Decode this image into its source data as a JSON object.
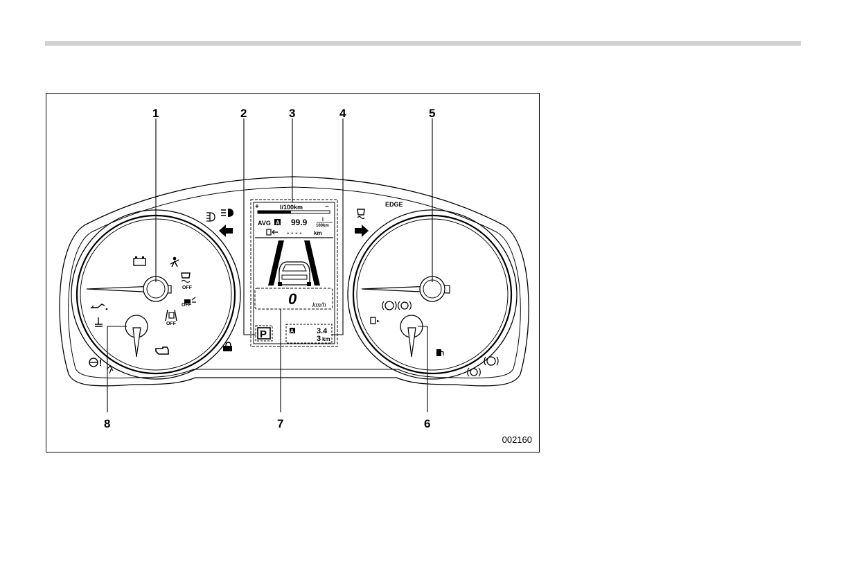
{
  "figure": {
    "id": "002160",
    "callouts": [
      "1",
      "2",
      "3",
      "4",
      "5",
      "6",
      "7",
      "8"
    ]
  },
  "display": {
    "gauge_unit": "l/100km",
    "gauge_plus": "+",
    "gauge_minus": "−",
    "avg_label": "AVG",
    "trip_badge": "A",
    "avg_value": "99.9",
    "avg_unit_top": "l",
    "avg_unit_bottom": "100km",
    "range_value": "- - - -",
    "range_unit": "km",
    "speed_value": "0",
    "speed_unit": "km/h",
    "gear": "P",
    "trip_value": "3.4",
    "odo_value": "3",
    "odo_unit": "km",
    "edge_label": "EDGE"
  },
  "indicators": {
    "left": [
      "battery-icon",
      "seatbelt-icon",
      "traction-off-icon",
      "eyesight-off-icon",
      "lane-departure-off-icon",
      "oil-pressure-icon",
      "coolant-temp-icon",
      "check-engine-icon",
      "security-icon",
      "power-steering-icon",
      "seatbelt-rear-icon"
    ],
    "center": [
      "fog-light-icon",
      "high-beam-icon",
      "turn-left-icon",
      "turn-right-icon",
      "vehicle-dynamics-icon"
    ],
    "right": [
      "epb-icon",
      "parking-brake-icon",
      "fuel-door-icon",
      "low-fuel-icon",
      "brake-warning-icon",
      "abs-icon"
    ]
  },
  "colors": {
    "line": "#000000",
    "background": "#ffffff",
    "rule": "#d2d2d2"
  }
}
